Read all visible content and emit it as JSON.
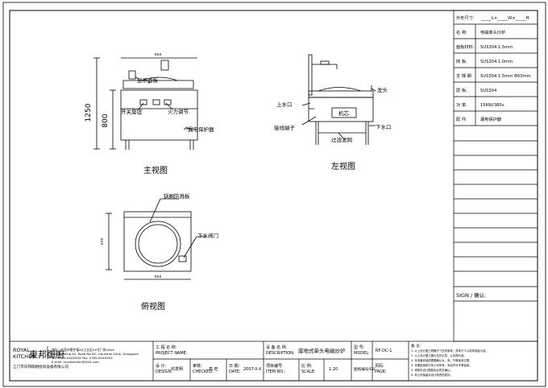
{
  "views": {
    "front": {
      "title": "主视图",
      "height_total": "1250",
      "height_body": "800",
      "width_dim": "xxx",
      "labels": {
        "display_panel": "显示面板",
        "power_switch": "开关旋钮",
        "fire_switch": "火力调节",
        "leak_protector": "漏电保护器"
      }
    },
    "left": {
      "title": "左视图",
      "labels": {
        "inlet": "上水口",
        "faucet": "龙头",
        "cable_port": "接线端子",
        "machine": "机芯",
        "outlet": "下水口",
        "filter_net": "过滤滤网"
      }
    },
    "top": {
      "title": "俯视图",
      "depth_dim": "xxx",
      "width_dim": "xxx",
      "labels": {
        "pan_ring": "锅圈防溅板",
        "drain_valve": "下水阀门"
      }
    }
  },
  "spec_table": {
    "size_label": "外形尺寸:",
    "size_value": "_____L×_____W×_____H",
    "rows": [
      {
        "label": "名 称:",
        "value": "电磁单头炒炉"
      },
      {
        "label": "面板材料:",
        "value": "SUS304 1.5mm"
      },
      {
        "label": "侧 板:",
        "value": "SUS304 1.0mm"
      },
      {
        "label": "支 撑 脚:",
        "value": "SUS304 1.5mm Φ50mm"
      },
      {
        "label": "层 板:",
        "value": "SUS304"
      },
      {
        "label": "功 率:",
        "value": "15KW/380v"
      },
      {
        "label": "配 件:",
        "value": "漏电保护器"
      }
    ],
    "sign_label": "SIGN / 确认:"
  },
  "title_block": {
    "brand_en_1": "ROYAL",
    "brand_en_2": "KITCHEN",
    "brand_cn": "東邦御廚",
    "company": "江门市东邦御厨厨具设备有限公司",
    "address_lines": [
      "地址：东莞市寮步镇XX工业区XX号厂房XXXX",
      "Add:Building A2, Road No.XX, Industrial Zone, Dongguan",
      "Tel: 0769-XXXXXXX   Fax: 0769-XXXXXXX",
      "E-mail: royalkitchen@XXX.com"
    ],
    "project_name_label": "工 程 名 称:",
    "project_name_label_en": "PROJECT NAME:",
    "design_label": "设 计:",
    "design_label_en": "DESIGN:",
    "designer": "邓发明",
    "check_label": "审核:",
    "check_label_en": "CHECKED:",
    "checker": "高 旺",
    "date_label": "日 期:",
    "date_label_en": "DATE:",
    "date_value": "2007-X-X",
    "desc_label": "设 备 名 称:",
    "desc_label_en": "DESCRIPTION:",
    "desc_value": "座地式单头电磁炒炉",
    "model_label": "型 号:",
    "model_label_en": "MODEL:",
    "model_value": "RF-DC-1",
    "item_label": "项目编号:",
    "item_label_en": "ITEM NO.:",
    "scale_label": "比 例:",
    "scale_label_en": "SCALE:",
    "scale_value": "1:20",
    "drawing_no": "图纸编号/EB",
    "page_label": "页码:",
    "page_label_en": "PAGE:",
    "remarks_label": "备 注:",
    "remarks": [
      "1. 以上设计图之规格尺寸仅供参考，具体尺寸以现场测量为准。",
      "2. 以上设计图之图片仅作示意，以实物为准。",
      "3. 本设备安装前需要确认水、电、气等接驳位置。",
      "4. 本图纸版权归本公司所有，未经许可不得复制。",
      "5. 请按本设计图核实后签名确认。",
      "6. 本公司保留对设计修改的权利。"
    ]
  }
}
